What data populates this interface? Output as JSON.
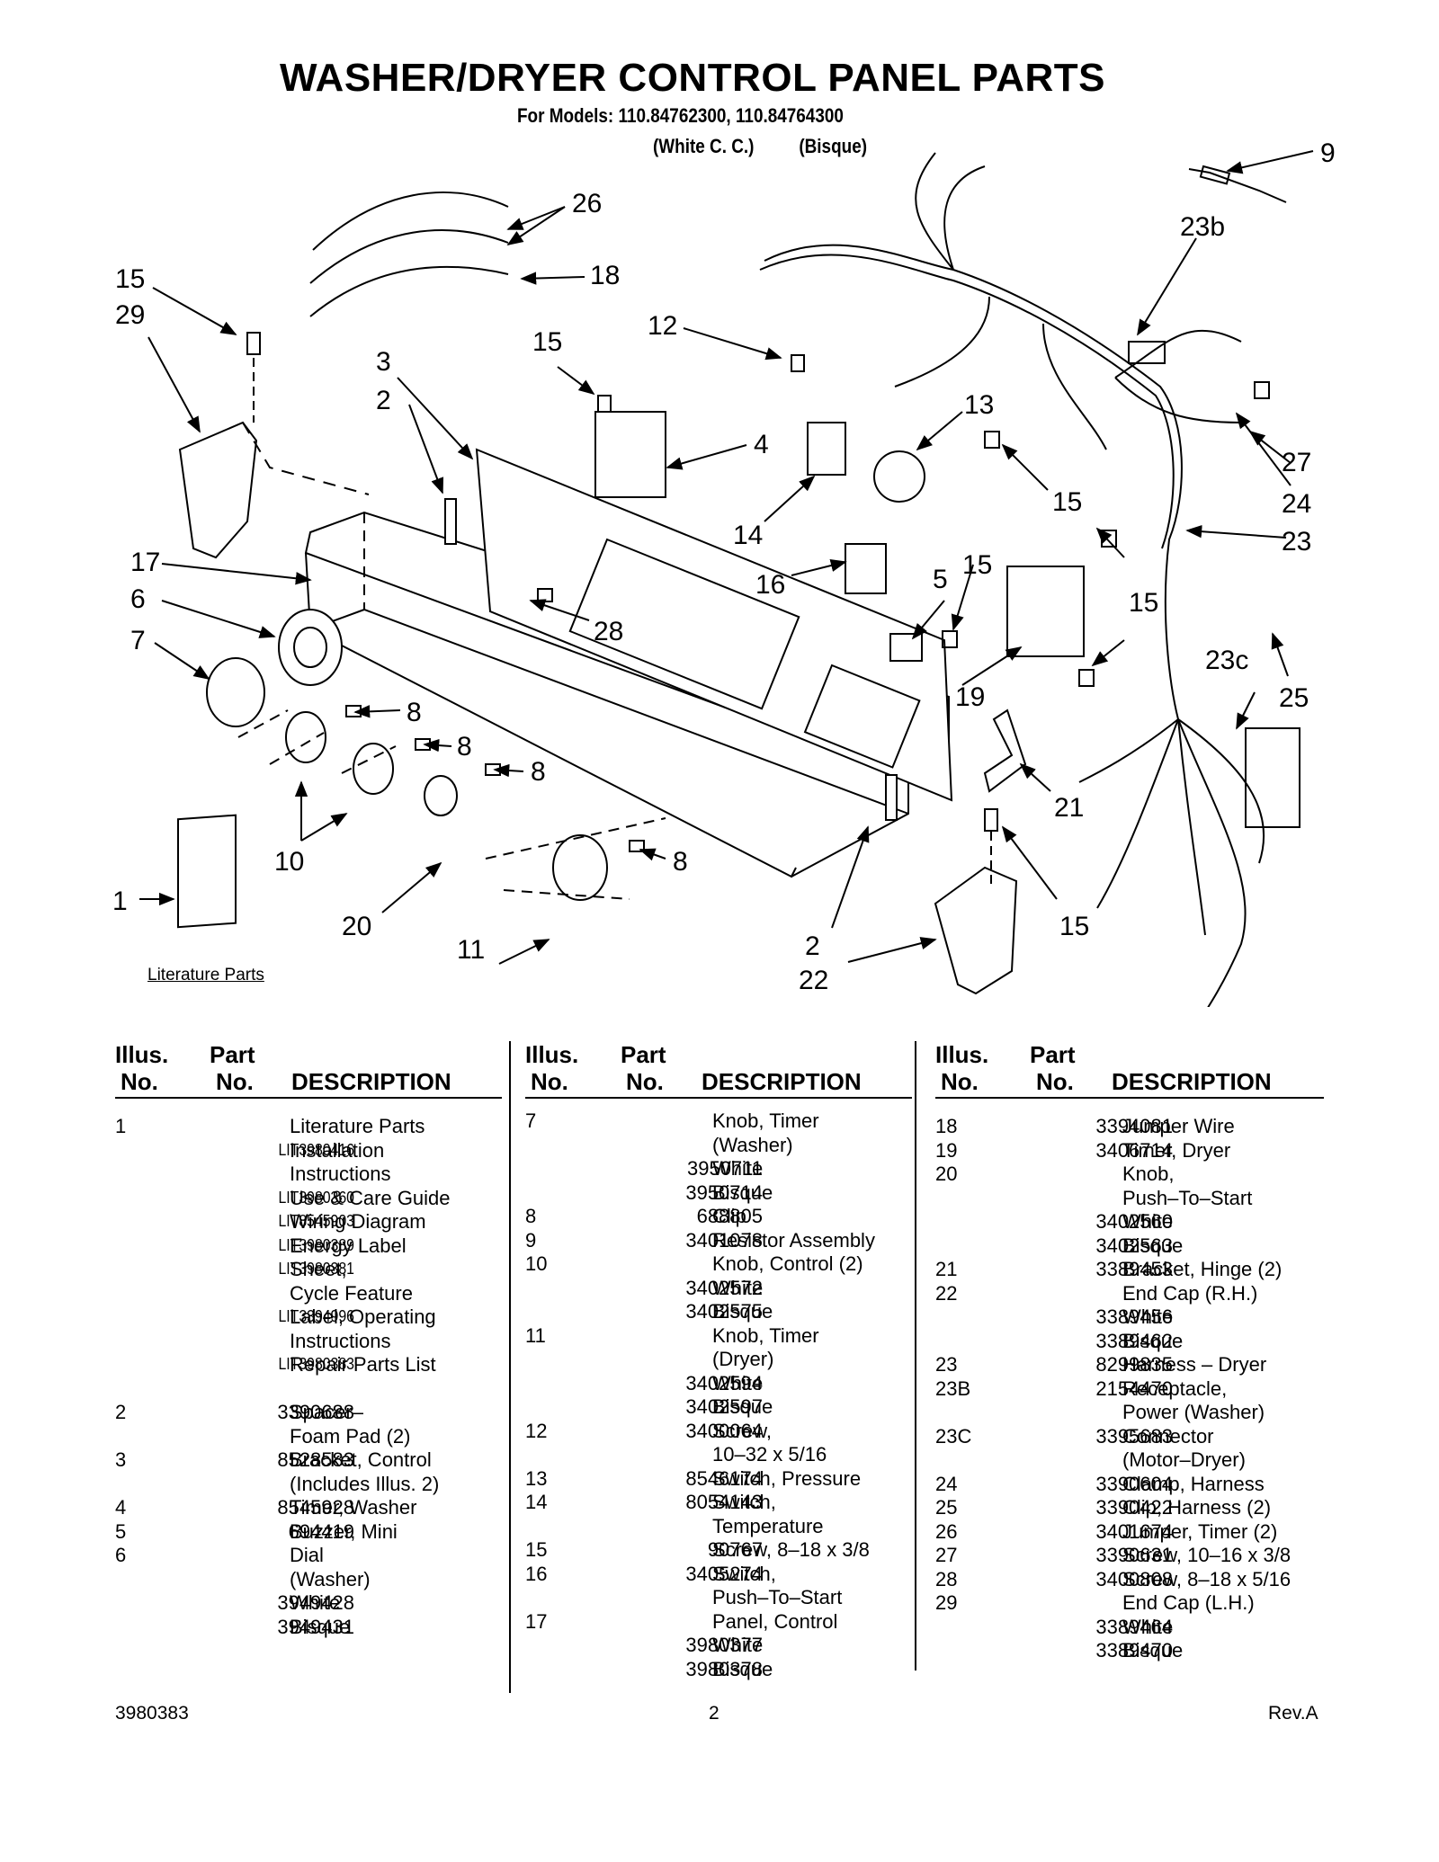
{
  "header": {
    "title": "WASHER/DRYER CONTROL PANEL PARTS",
    "models_line": "For Models: 110.84762300, 110.84764300",
    "color_white": "(White C. C.)",
    "color_bisque": "(Bisque)"
  },
  "diagram": {
    "callouts": [
      "26",
      "18",
      "15",
      "29",
      "3",
      "2",
      "15",
      "12",
      "4",
      "13",
      "14",
      "15",
      "16",
      "9",
      "23b",
      "27",
      "24",
      "23",
      "5",
      "15",
      "15",
      "17",
      "6",
      "7",
      "28",
      "19",
      "23c",
      "25",
      "8",
      "8",
      "8",
      "8",
      "21",
      "10",
      "20",
      "11",
      "1",
      "2",
      "22",
      "15"
    ],
    "literature_label": "Literature Parts"
  },
  "table": {
    "headers": {
      "illus_line1": "Illus.",
      "illus_line2": "No.",
      "part_line1": "Part",
      "part_line2": "No.",
      "desc": "DESCRIPTION"
    },
    "columns": [
      [
        {
          "illus": "1",
          "part": "",
          "desc": "Literature Parts"
        },
        {
          "illus": "",
          "part": "LIT3980416",
          "desc": "Installation",
          "lit": true
        },
        {
          "illus": "",
          "part": "",
          "desc": "Instructions"
        },
        {
          "illus": "",
          "part": "LIT3980360",
          "desc": "Use & Care Guide",
          "lit": true
        },
        {
          "illus": "",
          "part": "LIT8545903",
          "desc": "Wiring Diagram",
          "lit": true
        },
        {
          "illus": "",
          "part": "LIT3980389",
          "desc": "Energy Label",
          "lit": true
        },
        {
          "illus": "",
          "part": "LIT3980381",
          "desc": "Sheet,",
          "lit": true
        },
        {
          "illus": "",
          "part": "",
          "desc": "Cycle Feature"
        },
        {
          "illus": "",
          "part": "LIT3394996",
          "desc": "Label, Operating",
          "lit": true
        },
        {
          "illus": "",
          "part": "",
          "desc": "Instructions"
        },
        {
          "illus": "",
          "part": "LIT3980383",
          "desc": "Repair Parts List",
          "lit": true
        },
        {
          "illus": "",
          "part": "",
          "desc": "",
          "gap": true
        },
        {
          "illus": "2",
          "part": "3390688",
          "desc": "Spacer–"
        },
        {
          "illus": "",
          "part": "",
          "desc": "Foam Pad (2)"
        },
        {
          "illus": "3",
          "part": "8528583",
          "desc": "Bracket, Control"
        },
        {
          "illus": "",
          "part": "",
          "desc": "(Includes Illus. 2)"
        },
        {
          "illus": "4",
          "part": "8545928",
          "desc": "Timer, Washer"
        },
        {
          "illus": "5",
          "part": "694419",
          "desc": "Buzzer, Mini"
        },
        {
          "illus": "6",
          "part": "",
          "desc": "Dial"
        },
        {
          "illus": "",
          "part": "",
          "desc": "(Washer)"
        },
        {
          "illus": "",
          "part": "3949428",
          "desc": "White"
        },
        {
          "illus": "",
          "part": "3949431",
          "desc": "Bisque"
        }
      ],
      [
        {
          "illus": "7",
          "part": "",
          "desc": "Knob, Timer"
        },
        {
          "illus": "",
          "part": "",
          "desc": "(Washer)"
        },
        {
          "illus": "",
          "part": "3950711",
          "desc": "White"
        },
        {
          "illus": "",
          "part": "3950714",
          "desc": "Bisque"
        },
        {
          "illus": "8",
          "part": "688805",
          "desc": "Clip"
        },
        {
          "illus": "9",
          "part": "3401078",
          "desc": "Resistor Assembly"
        },
        {
          "illus": "10",
          "part": "",
          "desc": "Knob, Control (2)"
        },
        {
          "illus": "",
          "part": "3402572",
          "desc": "White"
        },
        {
          "illus": "",
          "part": "3402575",
          "desc": "Bisque"
        },
        {
          "illus": "11",
          "part": "",
          "desc": "Knob, Timer"
        },
        {
          "illus": "",
          "part": "",
          "desc": "(Dryer)"
        },
        {
          "illus": "",
          "part": "3402594",
          "desc": "White"
        },
        {
          "illus": "",
          "part": "3402597",
          "desc": "Bisque"
        },
        {
          "illus": "12",
          "part": "3400064",
          "desc": "Screw,"
        },
        {
          "illus": "",
          "part": "",
          "desc": "10–32 x 5/16"
        },
        {
          "illus": "13",
          "part": "8546174",
          "desc": "Switch, Pressure"
        },
        {
          "illus": "14",
          "part": "8054143",
          "desc": "Switch,"
        },
        {
          "illus": "",
          "part": "",
          "desc": "Temperature"
        },
        {
          "illus": "15",
          "part": "90767",
          "desc": "Screw, 8–18 x 3/8"
        },
        {
          "illus": "16",
          "part": "3405274",
          "desc": "Switch,"
        },
        {
          "illus": "",
          "part": "",
          "desc": "Push–To–Start"
        },
        {
          "illus": "17",
          "part": "",
          "desc": "Panel, Control"
        },
        {
          "illus": "",
          "part": "3980377",
          "desc": "White"
        },
        {
          "illus": "",
          "part": "3980378",
          "desc": "Bisque"
        }
      ],
      [
        {
          "illus": "18",
          "part": "3394081",
          "desc": "Jumper Wire"
        },
        {
          "illus": "19",
          "part": "3406714",
          "desc": "Timer, Dryer"
        },
        {
          "illus": "20",
          "part": "",
          "desc": "Knob,"
        },
        {
          "illus": "",
          "part": "",
          "desc": "Push–To–Start"
        },
        {
          "illus": "",
          "part": "3402560",
          "desc": "White"
        },
        {
          "illus": "",
          "part": "3402563",
          "desc": "Bisque"
        },
        {
          "illus": "21",
          "part": "3389453",
          "desc": "Bracket, Hinge (2)"
        },
        {
          "illus": "22",
          "part": "",
          "desc": "End Cap (R.H.)"
        },
        {
          "illus": "",
          "part": "3389456",
          "desc": "White"
        },
        {
          "illus": "",
          "part": "3389462",
          "desc": "Bisque"
        },
        {
          "illus": "23",
          "part": "8299835",
          "desc": "Harness – Dryer"
        },
        {
          "illus": "23B",
          "part": "2154470",
          "desc": "Receptacle,"
        },
        {
          "illus": "",
          "part": "",
          "desc": "Power (Washer)"
        },
        {
          "illus": "23C",
          "part": "3395683",
          "desc": "Connector"
        },
        {
          "illus": "",
          "part": "",
          "desc": "(Motor–Dryer)"
        },
        {
          "illus": "24",
          "part": "3390604",
          "desc": "Clamp, Harness"
        },
        {
          "illus": "25",
          "part": "3390422",
          "desc": "Clip, Harness (2)"
        },
        {
          "illus": "26",
          "part": "3401674",
          "desc": "Jumper, Timer (2)"
        },
        {
          "illus": "27",
          "part": "3390631",
          "desc": "Screw, 10–16 x 3/8"
        },
        {
          "illus": "28",
          "part": "3400808",
          "desc": "Screw, 8–18 x 5/16"
        },
        {
          "illus": "29",
          "part": "",
          "desc": "End Cap (L.H.)"
        },
        {
          "illus": "",
          "part": "3389464",
          "desc": "White"
        },
        {
          "illus": "",
          "part": "3389470",
          "desc": "Bisque"
        }
      ]
    ]
  },
  "footer": {
    "doc_number": "3980383",
    "page": "2",
    "revision": "Rev.A"
  }
}
